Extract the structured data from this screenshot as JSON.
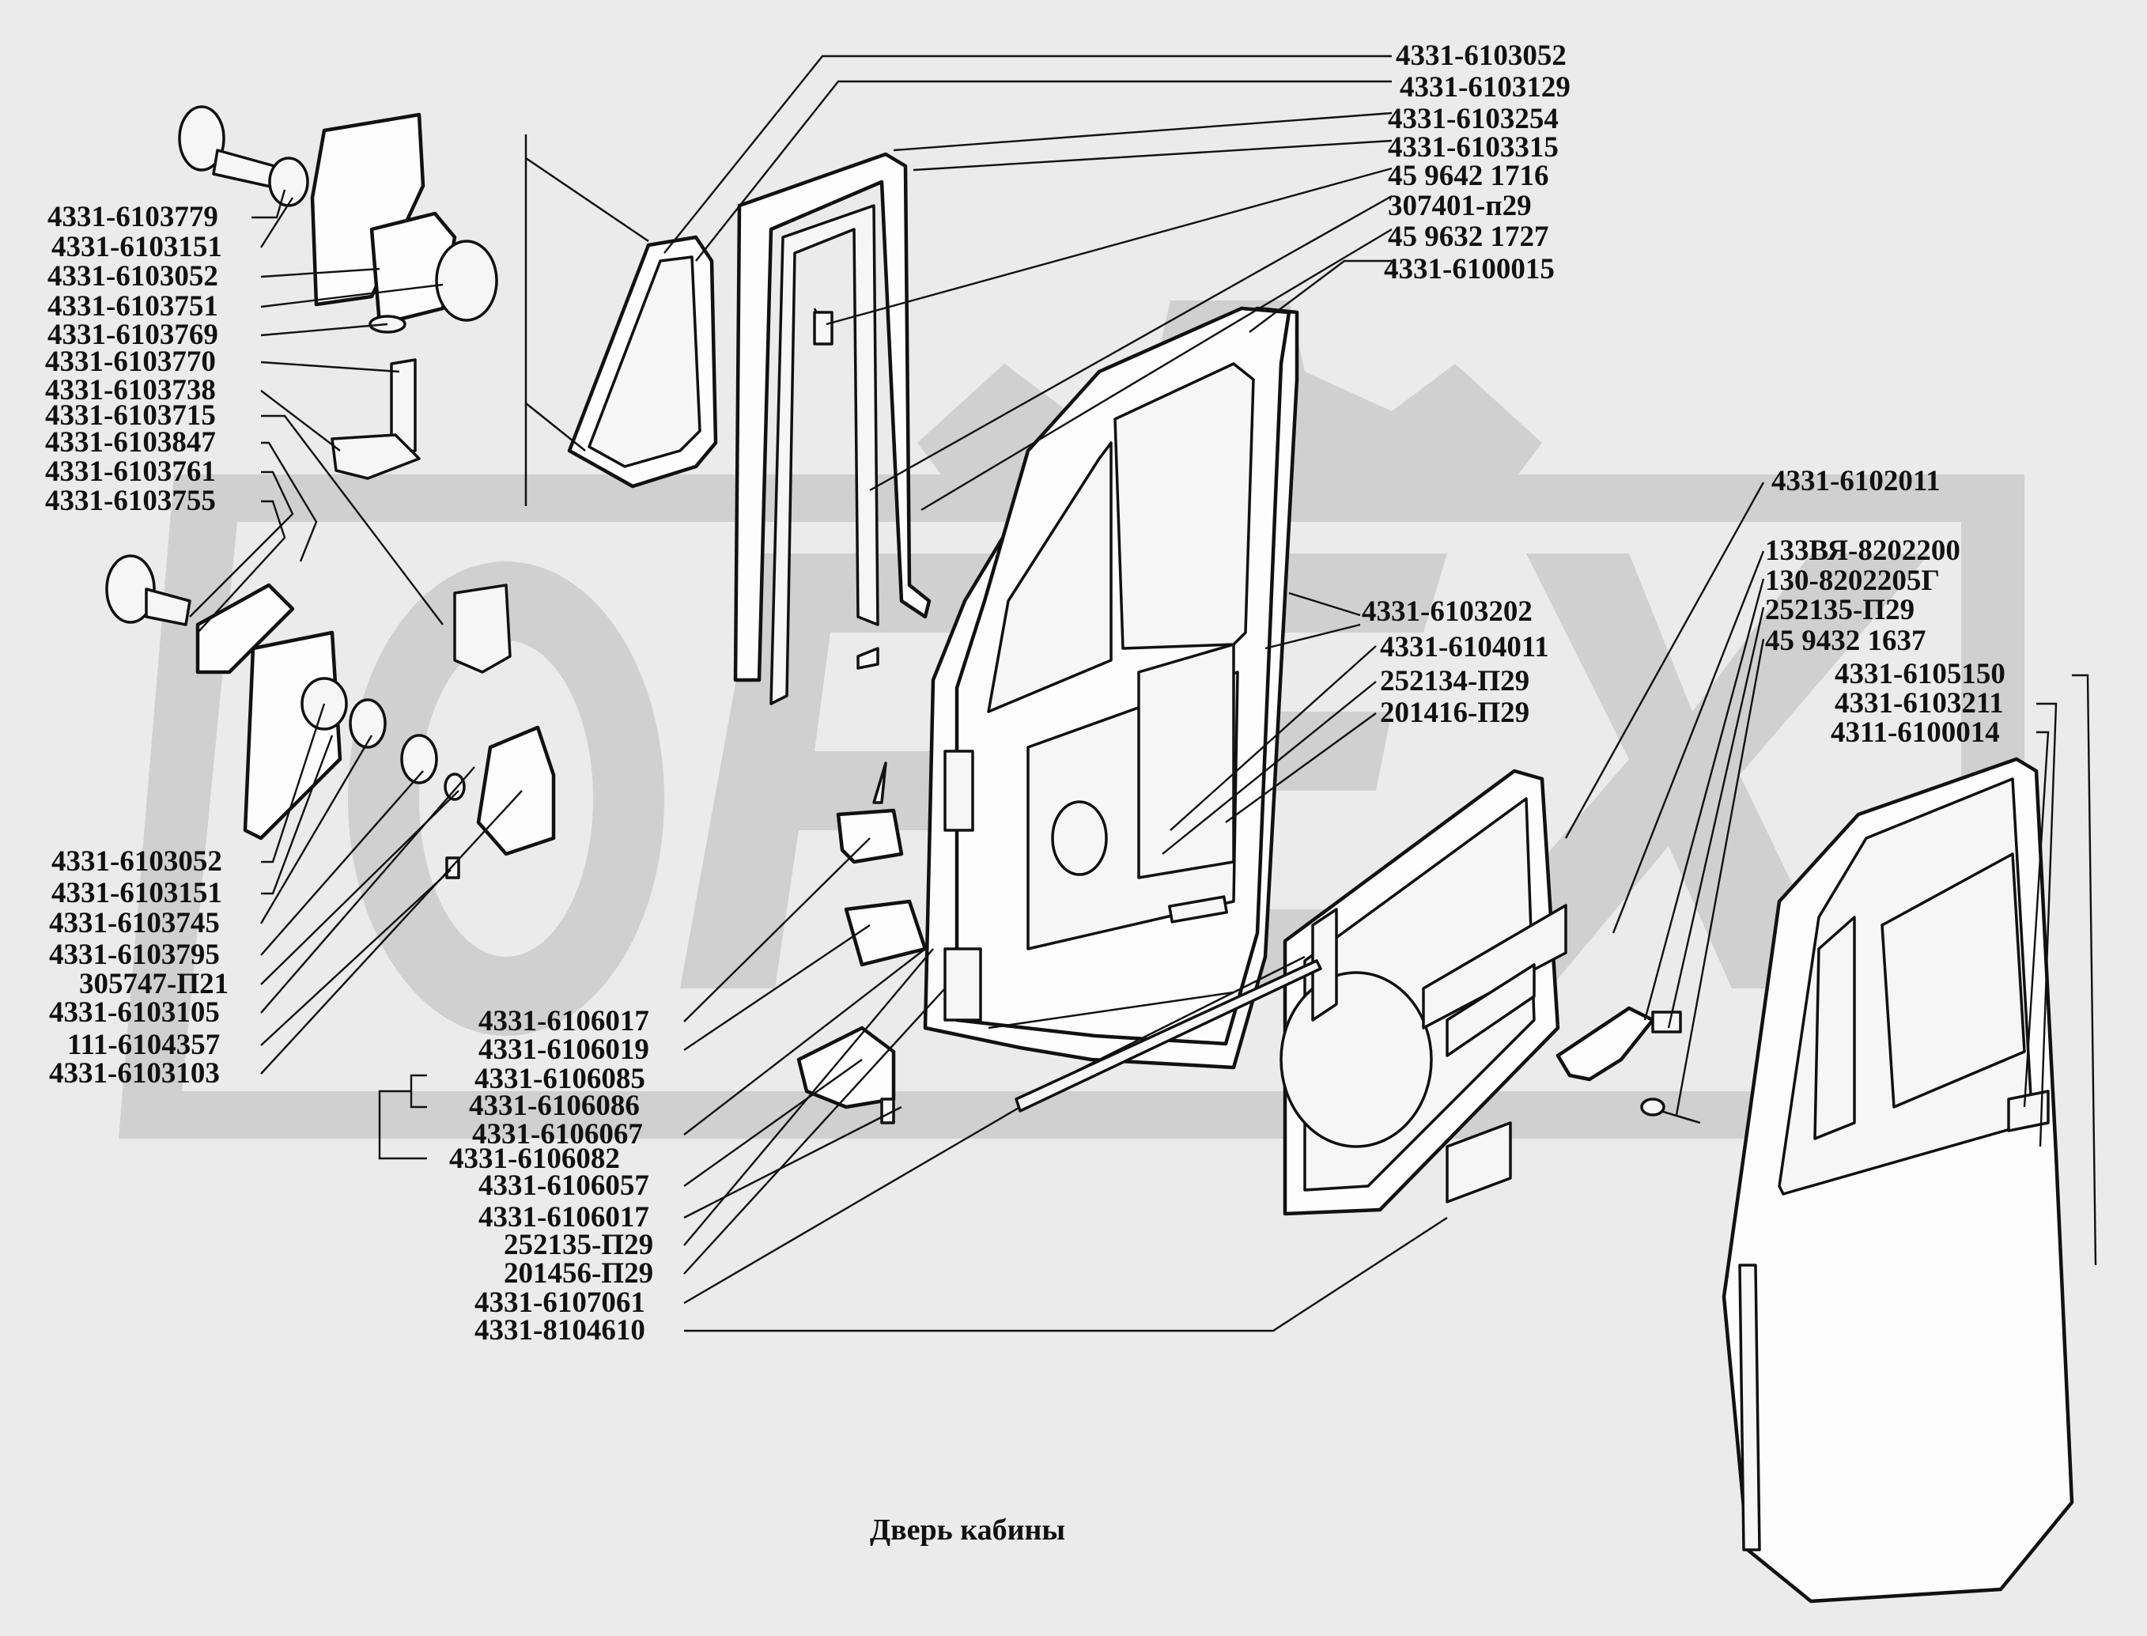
{
  "caption": "Дверь кабины",
  "parts": {
    "top": [
      "4331-6103052",
      "4331-6103129",
      "4331-6103254",
      "4331-6103315",
      "45 9642 1716",
      "307401-п29",
      "45 9632 1727",
      "4331-6100015"
    ],
    "mid": [
      "4331-6103202",
      "4331-6104011",
      "252134-П29",
      "201416-П29"
    ],
    "right": [
      "4331-6102011",
      "133ВЯ-8202200",
      "130-8202205Г",
      "252135-П29",
      "45 9432 1637",
      "4331-6105150",
      "4331-6103211",
      "4311-6100014"
    ],
    "left_upper": [
      "4331-6103779",
      "4331-6103151",
      "4331-6103052",
      "4331-6103751",
      "4331-6103769",
      "4331-6103770",
      "4331-6103738",
      "4331-6103715",
      "4331-6103847",
      "4331-6103761",
      "4331-6103755"
    ],
    "left_lower": [
      "4331-6103052",
      "4331-6103151",
      "4331-6103745",
      "4331-6103795",
      "305747-П21",
      "4331-6103105",
      "111-6104357",
      "4331-6103103"
    ],
    "bottom": [
      "4331-6106017",
      "4331-6106019",
      "4331-6106085",
      "4331-6106086",
      "4331-6106067",
      "4331-6106082",
      "4331-6106057",
      "4331-6106017",
      "252135-П29",
      "201456-П29",
      "4331-6107061",
      "4331-8104610"
    ]
  }
}
